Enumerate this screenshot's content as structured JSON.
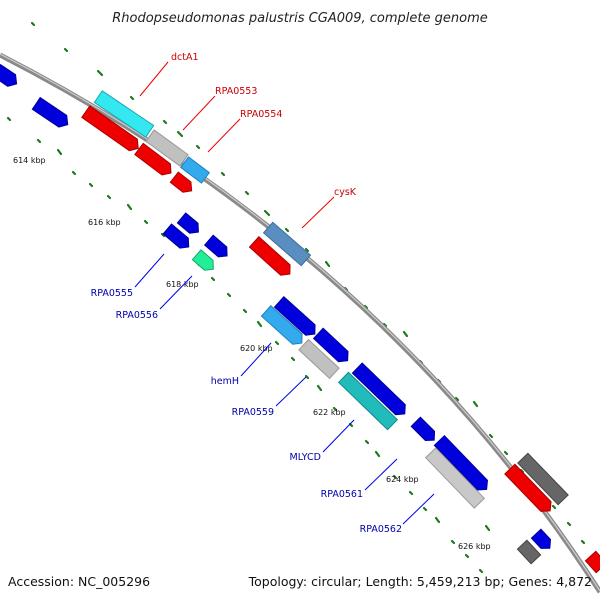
{
  "title": "Rhodopseudomonas palustris CGA009, complete genome",
  "footer": {
    "accession": "Accession: NC_005296",
    "summary": "Topology: circular; Length: 5,459,213 bp; Genes: 4,872"
  },
  "colors": {
    "backbone": "#8a8a8a",
    "tick": "#1a7a1a",
    "forward_label": "#cc0000",
    "reverse_label": "#0000aa"
  },
  "kbp_labels": [
    "614 kbp",
    "616 kbp",
    "618 kbp",
    "620 kbp",
    "622 kbp",
    "624 kbp",
    "626 kbp"
  ],
  "gene_labels": {
    "forward": [
      "dctA1",
      "RPA0553",
      "RPA0554",
      "cysK"
    ],
    "reverse": [
      "RPA0555",
      "RPA0556",
      "hemH",
      "RPA0559",
      "MLYCD",
      "RPA0561",
      "RPA0562"
    ]
  }
}
